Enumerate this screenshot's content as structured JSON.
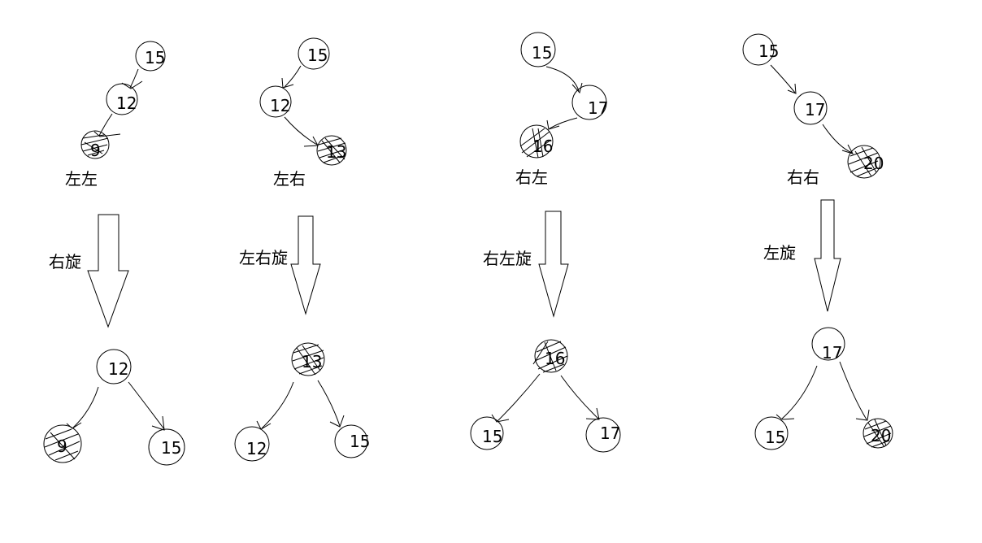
{
  "panels": [
    {
      "case_label": "左左",
      "rotation_label": "右旋",
      "before": [
        {
          "label": "15",
          "shaded": false
        },
        {
          "label": "12",
          "shaded": false
        },
        {
          "label": "9",
          "shaded": true
        }
      ],
      "after": [
        {
          "label": "12",
          "shaded": false
        },
        {
          "label": "9",
          "shaded": true
        },
        {
          "label": "15",
          "shaded": false
        }
      ]
    },
    {
      "case_label": "左右",
      "rotation_label": "左右旋",
      "before": [
        {
          "label": "15",
          "shaded": false
        },
        {
          "label": "12",
          "shaded": false
        },
        {
          "label": "13",
          "shaded": true
        }
      ],
      "after": [
        {
          "label": "13",
          "shaded": true
        },
        {
          "label": "12",
          "shaded": false
        },
        {
          "label": "15",
          "shaded": false
        }
      ]
    },
    {
      "case_label": "右左",
      "rotation_label": "右左旋",
      "before": [
        {
          "label": "15",
          "shaded": false
        },
        {
          "label": "17",
          "shaded": false
        },
        {
          "label": "16",
          "shaded": true
        }
      ],
      "after": [
        {
          "label": "16",
          "shaded": true
        },
        {
          "label": "15",
          "shaded": false
        },
        {
          "label": "17",
          "shaded": false
        }
      ]
    },
    {
      "case_label": "右右",
      "rotation_label": "左旋",
      "before": [
        {
          "label": "15",
          "shaded": false
        },
        {
          "label": "17",
          "shaded": false
        },
        {
          "label": "20",
          "shaded": true
        }
      ],
      "after": [
        {
          "label": "17",
          "shaded": false
        },
        {
          "label": "15",
          "shaded": false
        },
        {
          "label": "20",
          "shaded": true
        }
      ]
    }
  ]
}
